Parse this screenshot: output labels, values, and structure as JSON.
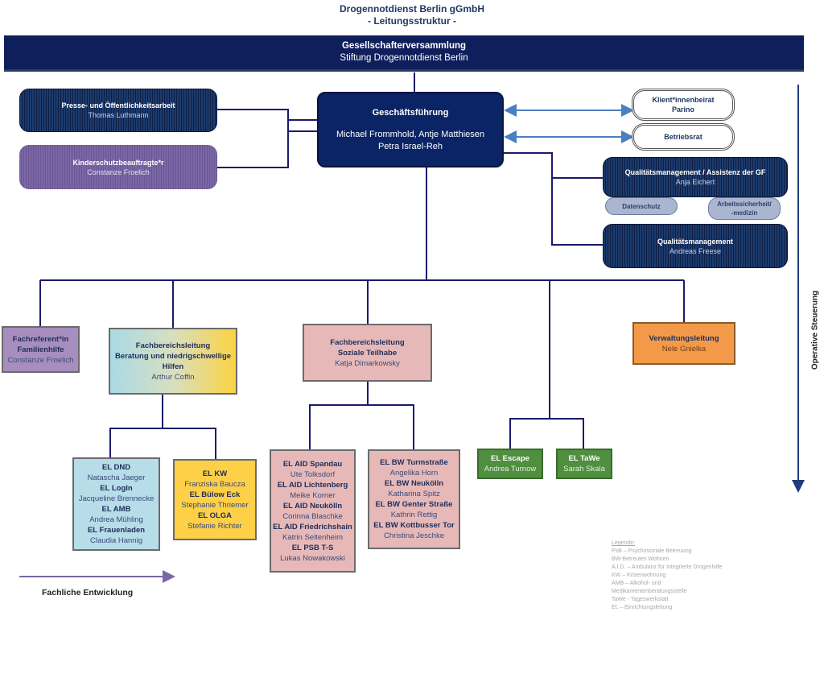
{
  "header": {
    "title": "Drogennotdienst Berlin gGmbH",
    "subtitle": "- Leitungsstruktur -"
  },
  "banner": {
    "title": "Gesellschafterversammlung",
    "subtitle": "Stiftung Drogennotdienst Berlin"
  },
  "gf": {
    "title": "Geschäftsführung",
    "line1": "Michael Frommhold, Antje Matthiesen",
    "line2": "Petra Israel-Reh"
  },
  "staff_left": [
    {
      "title": "Presse- und Öffentlichkeitsarbeit",
      "name": "Thomas Luthmann"
    },
    {
      "title": "Kinderschutzbeauftragte*r",
      "name": "Constanze Froelich"
    }
  ],
  "advisory": [
    {
      "line1": "Klient*innenbeirat",
      "line2": "Parino"
    },
    {
      "line1": "Betriebsrat"
    }
  ],
  "staff_right": [
    {
      "title": "Qualitätsmanagement / Assistenz der GF",
      "name": "Anja Eichert"
    },
    {
      "title": "Qualitätsmanagement",
      "name": "Andreas Freese"
    }
  ],
  "sub_roles": [
    {
      "label": "Datenschutz"
    },
    {
      "line1": "Arbeitssicherheit/",
      "line2": "-medizin"
    }
  ],
  "departments": {
    "familie": {
      "line1": "Fachreferent*in",
      "line2": "Familienhilfe",
      "name": "Constanze Froelich"
    },
    "beratung": {
      "line1": "Fachbereichsleitung",
      "line2": "Beratung und niedrigschwellige",
      "line3": "Hilfen",
      "name": "Arthur Coffin"
    },
    "teilhabe": {
      "line1": "Fachbereichsleitung",
      "line2": "Soziale Teilhabe",
      "name": "Katja Dimarkowsky"
    },
    "verwaltung": {
      "title": "Verwaltungsleitung",
      "name": "Nele Gnielka"
    }
  },
  "units": {
    "beratung_a": [
      {
        "el": "EL DND",
        "name": "Natascha Jaeger"
      },
      {
        "el": "EL LogIn",
        "name": "Jacqueline Brennecke"
      },
      {
        "el": "EL AMB",
        "name": "Andrea Mühling"
      },
      {
        "el": "EL Frauenladen",
        "name": "Claudia Hannig"
      }
    ],
    "beratung_b": [
      {
        "el": "EL KW",
        "name": "Franziska Baucza"
      },
      {
        "el": "EL Bülow Eck",
        "name": "Stephanie Thriemer"
      },
      {
        "el": "EL OLGA",
        "name": "Stefanie Richter"
      }
    ],
    "teilhabe_aid": [
      {
        "el": "EL AID Spandau",
        "name": "Ute Tolksdorf"
      },
      {
        "el": "EL AID Lichtenberg",
        "name": "Meike Korner"
      },
      {
        "el": "EL AID Neukölln",
        "name": "Corinna Blaschke"
      },
      {
        "el": "EL AID Friedrichshain",
        "name": "Katrin Seltenheim"
      },
      {
        "el": "EL PSB T-S",
        "name": "Lukas Nowakowski"
      }
    ],
    "teilhabe_bw": [
      {
        "el": "EL BW Turmstraße",
        "name": "Angelika Horn"
      },
      {
        "el": "EL BW Neukölln",
        "name": "Katharina Spitz"
      },
      {
        "el": "EL BW Genter Straße",
        "name": "Kathrin Rettig"
      },
      {
        "el": "EL BW Kottbusser Tor",
        "name": "Christina Jeschke"
      }
    ],
    "escape": {
      "el": "EL Escape",
      "name": "Andrea Turnow"
    },
    "tawe": {
      "el": "EL TaWe",
      "name": "Sarah Skala"
    }
  },
  "axes": {
    "horizontal": "Fachliche Entwicklung",
    "vertical": "Operative Steuerung"
  },
  "legend": {
    "title": "Legende:",
    "items": [
      "PsB – Psychosoziale Betreuung",
      "BW-Betreutes Wohnen",
      "A.I.D. – Ambulanz für Integrierte Drogenhilfe",
      "KW – Krisenwohnung",
      "AMB – Alkohol- und",
      "Medikamentenberatungsstelle",
      "TaWe - Tageswerkstatt",
      "EL – Einrichtungsleitung"
    ]
  },
  "colors": {
    "navy": "#0b2466",
    "connector": "#1a1a6e",
    "arrow_blue": "#4a7fc1",
    "arrow_purple": "#7b67a5"
  }
}
